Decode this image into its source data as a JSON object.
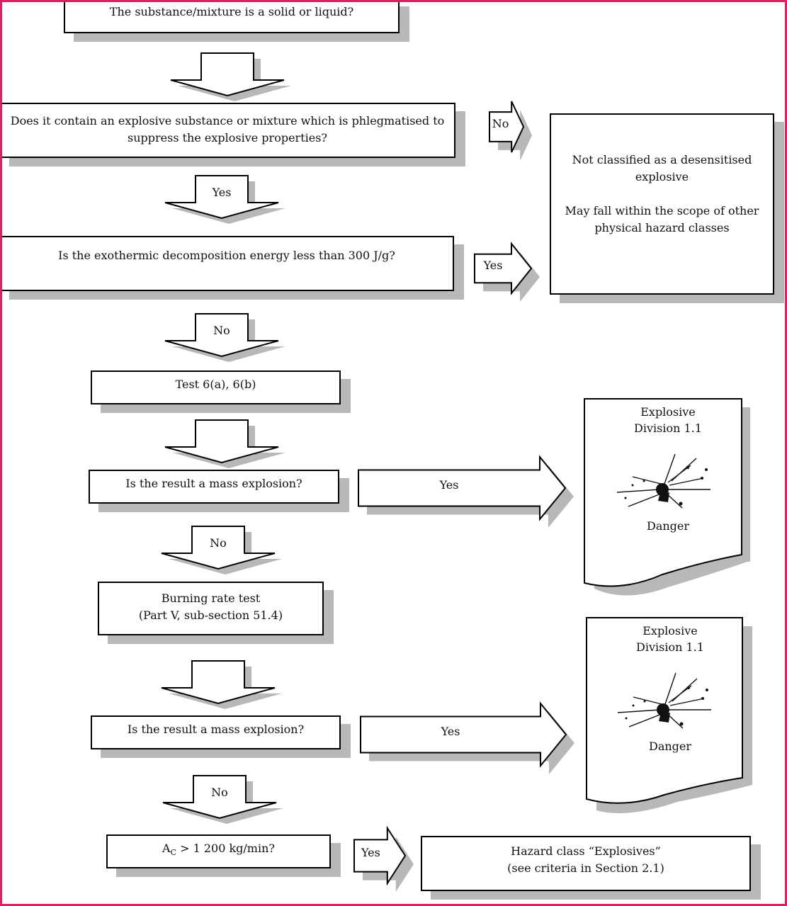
{
  "nodes": {
    "q_solid_liquid": "The substance/mixture is a solid or liquid?",
    "q_phlegmatised": [
      "Does it contain an explosive substance or mixture which is phlegmatised to",
      "suppress the explosive properties?"
    ],
    "q_exothermic": "Is the exothermic decomposition energy less than 300 J/g?",
    "test_6": "Test 6(a), 6(b)",
    "q_mass_explosion_1": "Is the result a mass explosion?",
    "burning_rate": [
      "Burning rate test",
      "(Part V, sub-section 51.4)"
    ],
    "q_mass_explosion_2": "Is the result a mass explosion?",
    "q_ac": "A",
    "q_ac_subscript": "C",
    "q_ac_rest": " > 1 200 kg/min?",
    "not_classified": [
      "Not classified as a desensitised",
      "explosive",
      "",
      "May fall within the scope of other",
      "physical hazard classes"
    ],
    "hazard_class": [
      "Hazard class “Explosives”",
      "(see criteria in Section 2.1)"
    ]
  },
  "arrows": {
    "yes": "Yes",
    "no": "No"
  },
  "labels": {
    "division_1": [
      "Explosive",
      "Division 1.1"
    ],
    "danger_1": "Danger",
    "division_2": [
      "Explosive",
      "Division 1.1"
    ],
    "danger_2": "Danger"
  },
  "icons": {
    "explosion_1": "exploding-bomb-icon",
    "explosion_2": "exploding-bomb-icon"
  },
  "colors": {
    "frame": "#e0205c",
    "shadow": "#b8b8b8",
    "stroke": "#000000"
  }
}
